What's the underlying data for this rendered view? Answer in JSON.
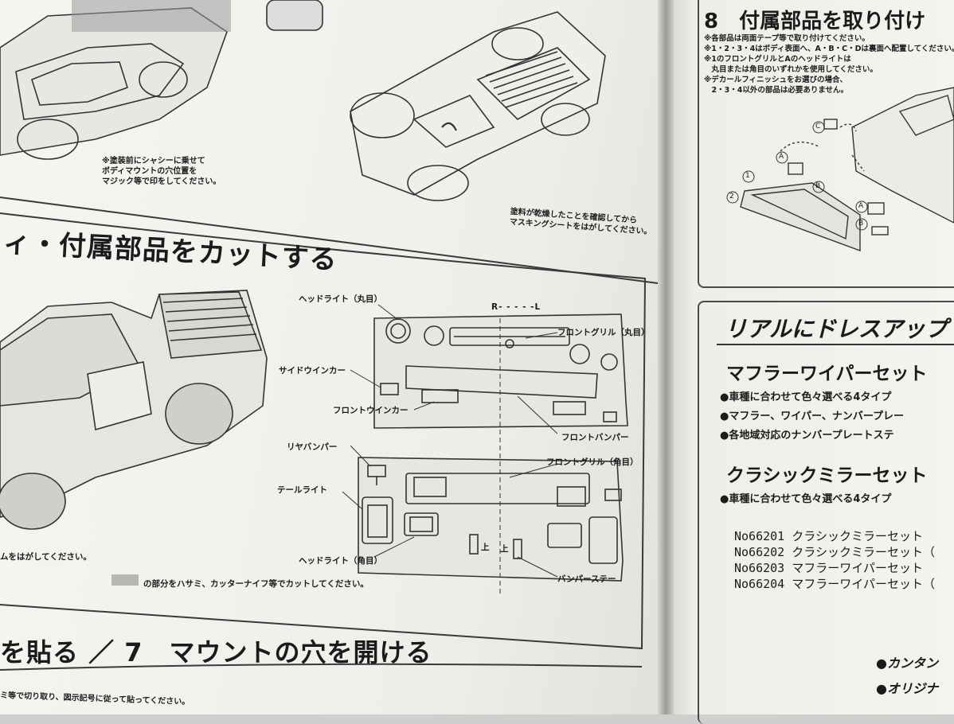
{
  "left": {
    "note_chassis": [
      "※塗装前にシャシーに乗せて",
      "ボディマウントの穴位置を",
      "マジック等で印をしてください。"
    ],
    "note_dry": [
      "塗料が乾燥したことを確認してから",
      "マスキングシートをはがしてください。"
    ],
    "section6_title": "ィ・付属部品をカットする",
    "labels": {
      "headlight_round": "ヘッドライト（丸目）",
      "rl": "R- - - - -L",
      "front_grill_round": "フロントグリル（丸目）",
      "side_winker": "サイドウインカー",
      "front_winker": "フロントウインカー",
      "front_bumper": "フロントバンパー",
      "rear_bumper": "リヤバンパー",
      "front_grill_square": "フロントグリル（角目）",
      "tail_light": "テールライト",
      "headlight_square": "ヘッドライト（角目）",
      "bumper_stay": "バンパーステー",
      "up1": "上",
      "up2": "上"
    },
    "note_film": "ムをはがしてください。",
    "note_cut": "の部分をハサミ、カッターナイフ等でカットしてください。",
    "section_bottom_title": "を貼る ／ 7　マウントの穴を開ける",
    "note_bottom": "ミ等で切り取り、図示記号に従って貼ってください。"
  },
  "right": {
    "section8_title": "8　付属部品を取り付け",
    "notes": [
      "※各部品は両面テープ等で取り付けてください。",
      "※1・2・3・4はボディ表面へ、A・B・C・Dは裏面へ配置してください。",
      "※1のフロントグリルとAのヘッドライトは",
      "　丸目または角目のいずれかを使用してください。",
      "※デカールフィニッシュをお選びの場合、",
      "　2・3・4以外の部品は必要ありません。"
    ],
    "parts_markers": [
      "C",
      "A",
      "B",
      "1",
      "2",
      "A",
      "B"
    ],
    "dressup_title": "リアルにドレスアップ",
    "muffler_title": "マフラーワイパーセット",
    "muffler_bullets": [
      "●車種に合わせて色々選べる4タイプ",
      "●マフラー、ワイパー、ナンバープレー",
      "●各地域対応のナンバープレートステ"
    ],
    "mirror_title": "クラシックミラーセット",
    "mirror_bullets": [
      "●車種に合わせて色々選べる4タイプ"
    ],
    "products": [
      "No66201 クラシックミラーセット",
      "No66202 クラシックミラーセット（",
      "No66203 マフラーワイパーセット",
      "No66204 マフラーワイパーセット（"
    ],
    "bottom_bullets": [
      "●カンタン",
      "●オリジナ"
    ]
  }
}
